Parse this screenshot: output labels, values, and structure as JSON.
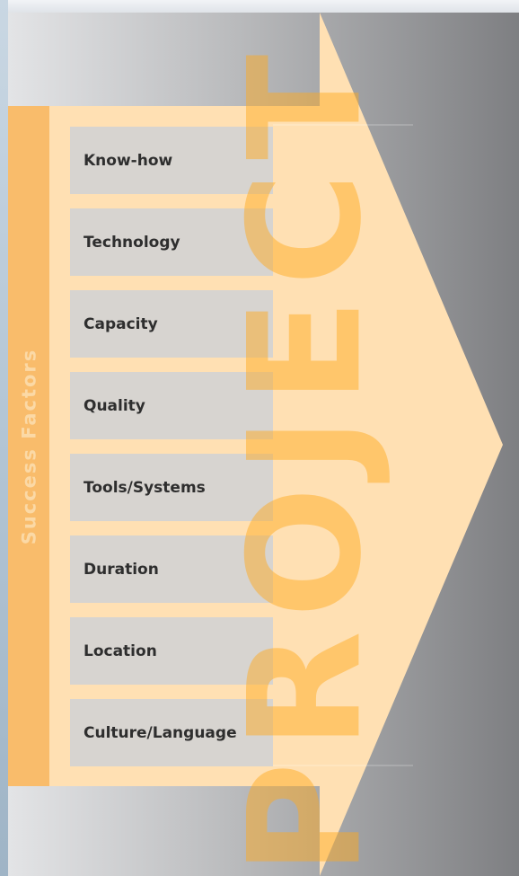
{
  "diagram": {
    "side_label": "Success Factors",
    "watermark": "PROJECT",
    "factors": [
      {
        "label": "Know-how"
      },
      {
        "label": "Technology"
      },
      {
        "label": "Capacity"
      },
      {
        "label": "Quality"
      },
      {
        "label": "Tools/Systems"
      },
      {
        "label": "Duration"
      },
      {
        "label": "Location"
      },
      {
        "label": "Culture/Language"
      }
    ]
  },
  "colors": {
    "arrow_fill": "#ffe0b3",
    "side_bar": "#f9bc6b",
    "side_label_text": "#fbd9a6",
    "watermark": "#ffaa1e",
    "factor_box": "#d3d3d3",
    "gray_panel": "#8a8b8d"
  }
}
